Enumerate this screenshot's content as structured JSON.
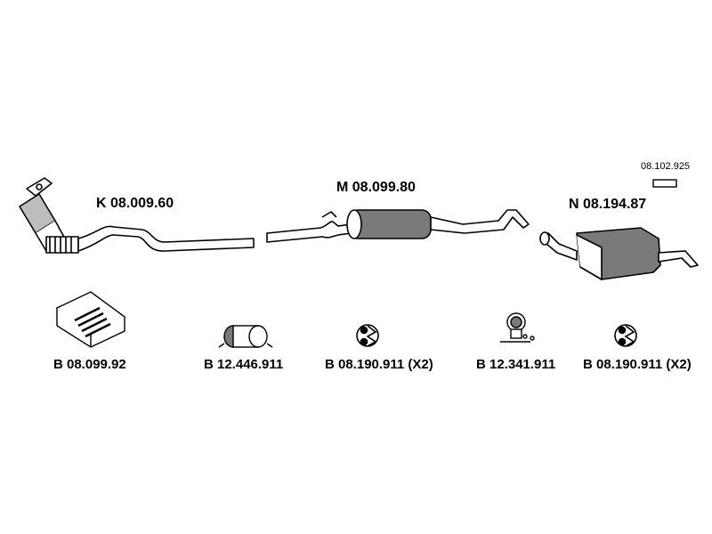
{
  "diagram": {
    "main_parts": [
      {
        "code": "K 08.009.60"
      },
      {
        "code": "M 08.099.80"
      },
      {
        "code": "N 08.194.87"
      }
    ],
    "aux_part": {
      "code": "08.102.925"
    },
    "fittings": [
      {
        "code": "B 08.099.92"
      },
      {
        "code": "B 12.446.911"
      },
      {
        "code": "B 08.190.911 (X2)"
      },
      {
        "code": "B 12.341.911"
      },
      {
        "code": "B 08.190.911 (X2)"
      }
    ],
    "colors": {
      "line": "#000000",
      "body_shade": "#7a7a7a",
      "background": "#ffffff"
    }
  }
}
